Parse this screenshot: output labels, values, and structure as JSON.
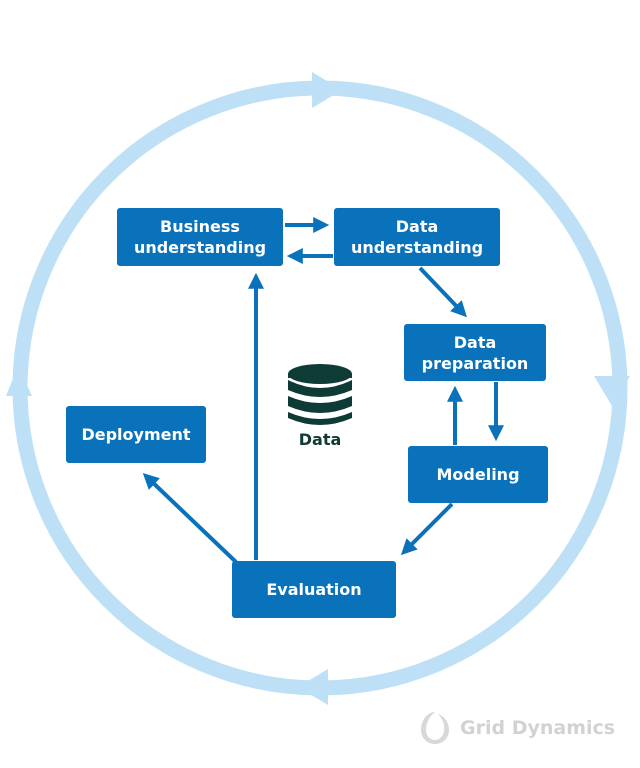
{
  "colors": {
    "cycle": "#BDE0F7",
    "box": "#0A72BB",
    "arrow": "#0A72BB",
    "box_text": "#FFFFFF",
    "database": "#0F3B36",
    "brand": "#D2D2D2"
  },
  "cycle": {
    "direction": "clockwise",
    "arrowheads": [
      "top",
      "right",
      "bottom",
      "left"
    ]
  },
  "nodes": [
    {
      "id": "business",
      "label": "Business\nunderstanding"
    },
    {
      "id": "dataund",
      "label": "Data\nunderstanding"
    },
    {
      "id": "prep",
      "label": "Data\npreparation"
    },
    {
      "id": "modeling",
      "label": "Modeling"
    },
    {
      "id": "eval",
      "label": "Evaluation"
    },
    {
      "id": "deploy",
      "label": "Deployment"
    }
  ],
  "edges": [
    {
      "from": "business",
      "to": "dataund"
    },
    {
      "from": "dataund",
      "to": "business"
    },
    {
      "from": "dataund",
      "to": "prep"
    },
    {
      "from": "prep",
      "to": "modeling"
    },
    {
      "from": "modeling",
      "to": "prep"
    },
    {
      "from": "modeling",
      "to": "eval"
    },
    {
      "from": "eval",
      "to": "business"
    },
    {
      "from": "eval",
      "to": "deploy"
    }
  ],
  "center": {
    "icon": "database-icon",
    "label": "Data"
  },
  "brand": {
    "icon": "grid-dynamics-logo-icon",
    "name": "Grid Dynamics"
  }
}
